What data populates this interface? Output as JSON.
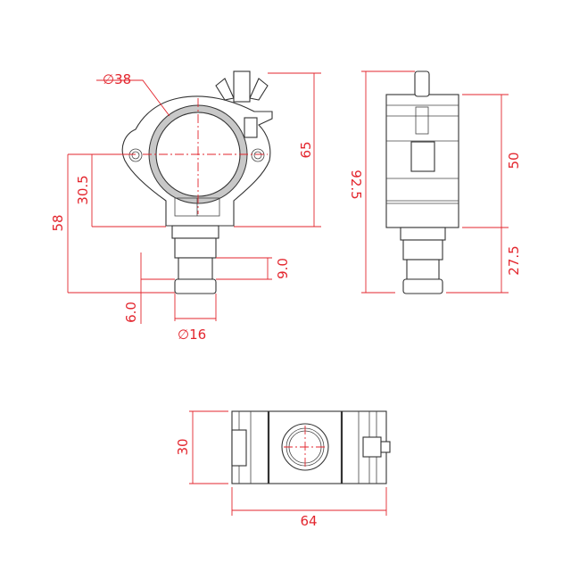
{
  "drawing": {
    "title": "Half coupler clamp technical drawing",
    "accent_color": "#e3262e",
    "line_color": "#333333",
    "views": {
      "front": {
        "dimensions": {
          "tube_diameter": "∅38",
          "total_height": "65",
          "center_to_base": "30.5",
          "center_to_bottom": "58",
          "groove_height": "9.0",
          "tip_height": "6.0",
          "spigot_diameter": "∅16"
        }
      },
      "side": {
        "dimensions": {
          "overall_height": "92.5",
          "body_height": "50",
          "spigot_height": "27.5"
        }
      },
      "bottom": {
        "dimensions": {
          "depth": "30",
          "width": "64"
        }
      }
    }
  }
}
